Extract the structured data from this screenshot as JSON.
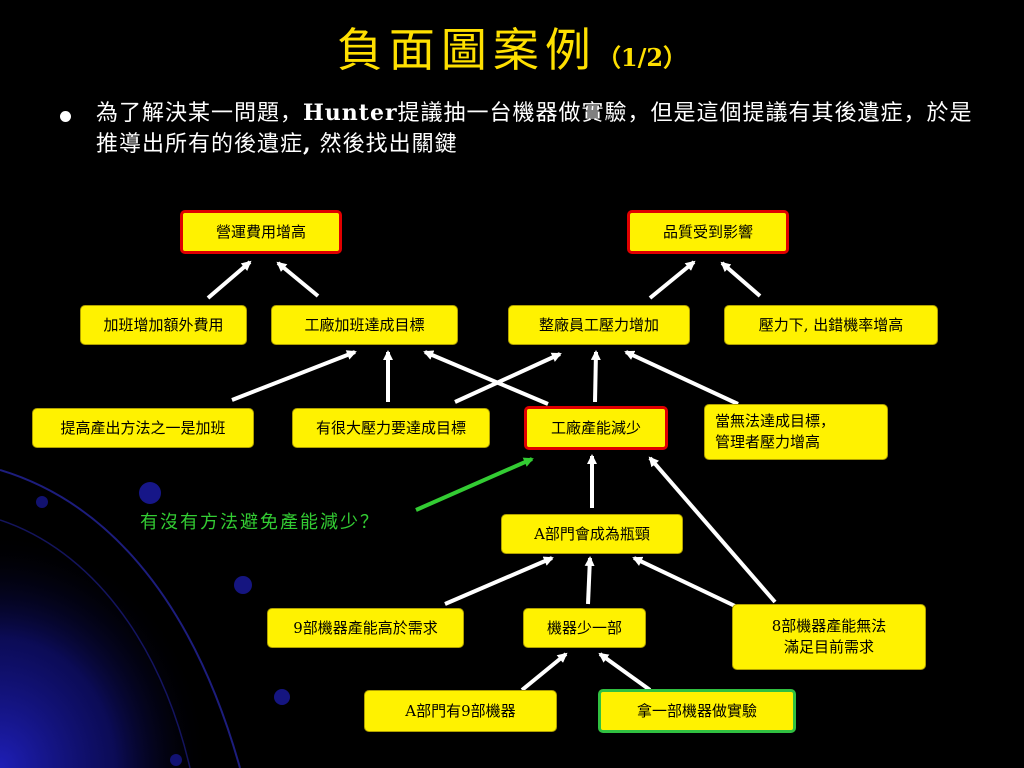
{
  "slide": {
    "title": "負面圖案例",
    "title_suffix": "（1/2）",
    "bullet": {
      "part1": "為了解決某一問題，",
      "highlight": "Hunter",
      "part2": "提議抽一台機器做實驗，但是這個提議有其後遺症，於是推導出所有的後遺症",
      "highlight2": ",",
      "part3": " 然後找出關鍵"
    }
  },
  "nodes": [
    {
      "id": "cost",
      "label": "營運費用增高",
      "border": "red"
    },
    {
      "id": "quality",
      "label": "品質受到影響",
      "border": "red"
    },
    {
      "id": "overtime_cost",
      "label": "加班增加額外費用",
      "border": "none"
    },
    {
      "id": "factory_overtime",
      "label": "工廠加班達成目標",
      "border": "none"
    },
    {
      "id": "staff_pressure",
      "label": "整廠員工壓力增加",
      "border": "none"
    },
    {
      "id": "error_rate",
      "label": "壓力下, 出錯機率增高",
      "border": "none"
    },
    {
      "id": "raise_output",
      "label": "提高產出方法之一是加班",
      "border": "none"
    },
    {
      "id": "pressure_target",
      "label": "有很大壓力要達成目標",
      "border": "none"
    },
    {
      "id": "capacity_down",
      "label": "工廠產能減少",
      "border": "red"
    },
    {
      "id": "manager_pressure",
      "label": "當無法達成目標，\n管理者壓力增高",
      "border": "none"
    },
    {
      "id": "bottleneck",
      "label": "A部門會成為瓶頸",
      "border": "none"
    },
    {
      "id": "nine_machines_high",
      "label": "9部機器產能高於需求",
      "border": "none"
    },
    {
      "id": "one_less",
      "label": "機器少一部",
      "border": "none"
    },
    {
      "id": "eight_machines",
      "label": "8部機器產能無法\n滿足目前需求",
      "border": "none"
    },
    {
      "id": "dept_nine",
      "label": "A部門有9部機器",
      "border": "none"
    },
    {
      "id": "experiment",
      "label": "拿一部機器做實驗",
      "border": "green"
    }
  ],
  "question": "有沒有方法避免產能減少？",
  "colors": {
    "background": "#000000",
    "title": "#ffe000",
    "node_fill": "#fff200",
    "arrow": "#ffffff",
    "question_text": "#33cc33",
    "red_border": "#e00000",
    "green_border": "#30c040",
    "decor_blue": "#1a1aa0"
  }
}
